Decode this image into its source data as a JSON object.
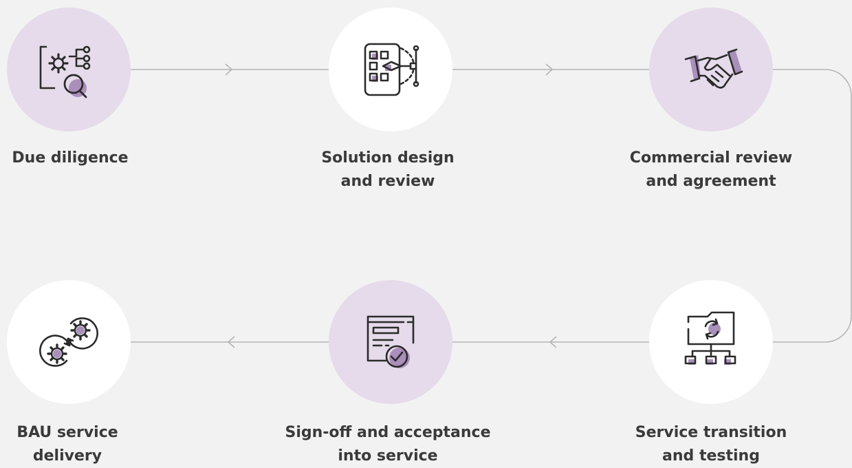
{
  "colors": {
    "background": "#f2f2f2",
    "circle_lilac": "#e5dbea",
    "circle_white": "#ffffff",
    "accent": "#a98fba",
    "line": "#b4b4b4",
    "text": "#3a3a3a",
    "icon": "#2b2b2b"
  },
  "steps": [
    {
      "line1": "Due diligence",
      "line2": "",
      "icon": "gears-search-icon"
    },
    {
      "line1": "Solution design",
      "line2": "and review",
      "icon": "design-pen-grid-icon"
    },
    {
      "line1": "Commercial review",
      "line2": "and agreement",
      "icon": "handshake-icon"
    },
    {
      "line1": "Service transition",
      "line2": "and testing",
      "icon": "folder-network-icon"
    },
    {
      "line1": "Sign-off and acceptance",
      "line2": "into service",
      "icon": "document-check-icon"
    },
    {
      "line1": "BAU service",
      "line2": "delivery",
      "icon": "gears-cycle-icon"
    }
  ]
}
